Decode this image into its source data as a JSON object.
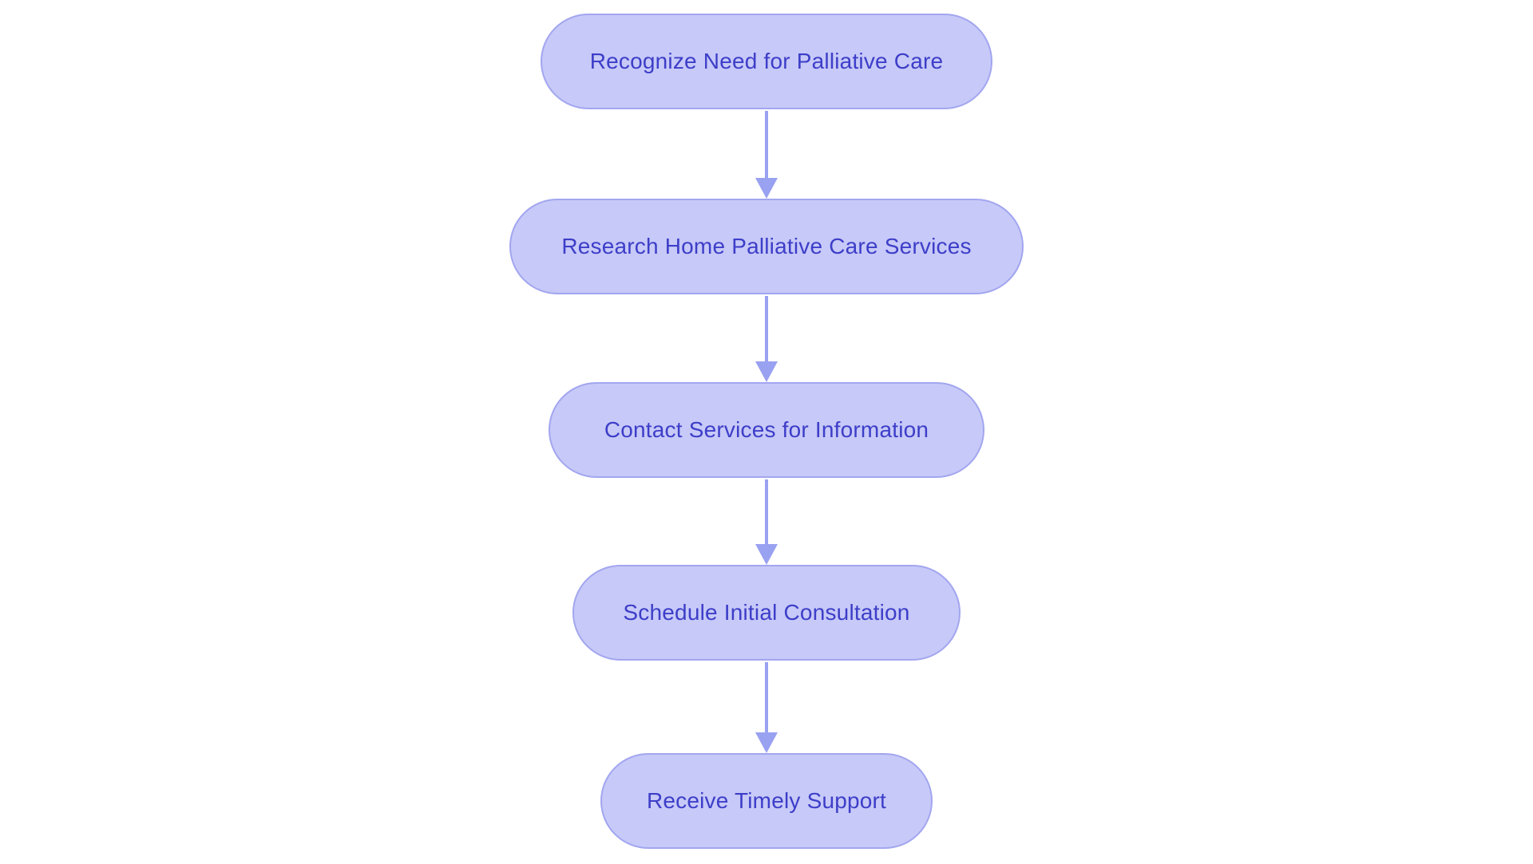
{
  "flowchart": {
    "type": "vertical-flow",
    "nodes": [
      {
        "id": "recognize-need",
        "label": "Recognize Need for Palliative Care"
      },
      {
        "id": "research-services",
        "label": "Research Home Palliative Care Services"
      },
      {
        "id": "contact-services",
        "label": "Contact Services for Information"
      },
      {
        "id": "schedule-consultation",
        "label": "Schedule Initial Consultation"
      },
      {
        "id": "receive-support",
        "label": "Receive Timely Support"
      }
    ],
    "connectors": [
      {
        "from": 0,
        "to": 1,
        "style": "arrow-down"
      },
      {
        "from": 1,
        "to": 2,
        "style": "arrow-down"
      },
      {
        "from": 2,
        "to": 3,
        "style": "arrow-down"
      },
      {
        "from": 3,
        "to": 4,
        "style": "arrow-down"
      }
    ]
  },
  "colors": {
    "node-fill": "#c7c9f8",
    "node-border": "#a2a6ef",
    "node-text": "#3d3ec8",
    "arrow": "#99a1f1",
    "bg": "#ffffff"
  }
}
